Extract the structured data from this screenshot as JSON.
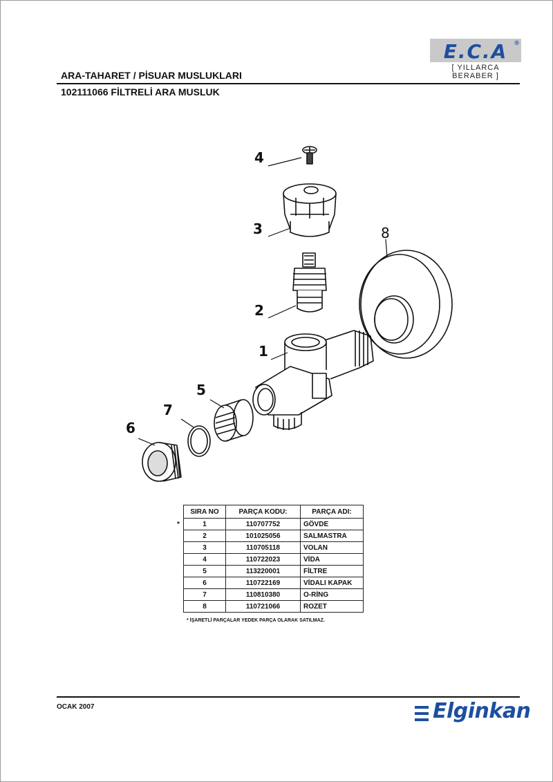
{
  "brand": {
    "logo": "E.C.A",
    "registered": "®",
    "slogan": "[ YILLARCA BERABER ]",
    "footer_brand": "Elginkan"
  },
  "header": {
    "category": "ARA-TAHARET / PİSUAR MUSLUKLARI",
    "product": "102111066 FİLTRELİ ARA MUSLUK"
  },
  "diagram": {
    "callouts": [
      "4",
      "3",
      "8",
      "2",
      "1",
      "5",
      "7",
      "6"
    ],
    "icon": "exploded-valve-diagram"
  },
  "table": {
    "headers": [
      "SIRA NO",
      "PARÇA KODU:",
      "PARÇA ADI:"
    ],
    "rows": [
      {
        "no": "1",
        "code": "110707752",
        "name": "GÖVDE"
      },
      {
        "no": "2",
        "code": "101025056",
        "name": "SALMASTRA"
      },
      {
        "no": "3",
        "code": "110705118",
        "name": "VOLAN"
      },
      {
        "no": "4",
        "code": "110722023",
        "name": "VİDA"
      },
      {
        "no": "5",
        "code": "113220001",
        "name": "FİLTRE"
      },
      {
        "no": "6",
        "code": "110722169",
        "name": "VİDALI KAPAK"
      },
      {
        "no": "7",
        "code": "110810380",
        "name": "O-RİNG"
      },
      {
        "no": "8",
        "code": "110721066",
        "name": "ROZET"
      }
    ],
    "star_mark": "*",
    "note": "* İŞARETLİ PARÇALAR YEDEK PARÇA OLARAK SATILMAZ."
  },
  "footer": {
    "date": "OCAK 2007"
  },
  "colors": {
    "brand_blue": "#1d4fa0",
    "logo_bg": "#c9c9c9"
  }
}
